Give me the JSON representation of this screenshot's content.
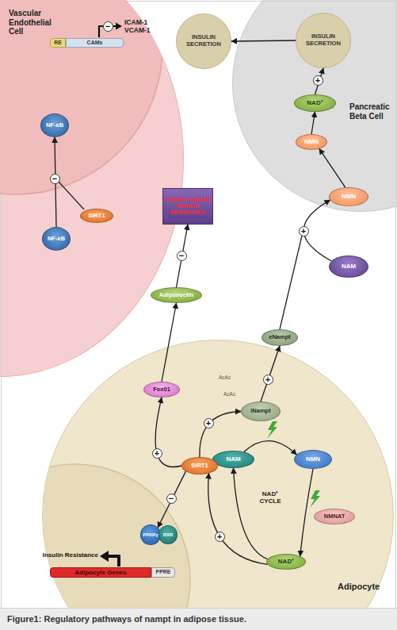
{
  "diagram": {
    "caption": "Figure1: Regulatory pathways of nampt in adipose tissue.",
    "nodes": [
      {
        "text": [
          "Vascular Endothelial Cell"
        ]
      },
      {
        "text": [
          "RE"
        ],
        "in": 0
      },
      {
        "text": [
          "CAMs"
        ],
        "in": 0
      },
      {
        "text": [
          "NF-κB"
        ],
        "in": 0
      },
      {
        "text": [
          "SIRT1"
        ],
        "in": 0
      },
      {
        "text": [
          "NF-κB"
        ],
        "in": 0
      },
      {
        "text": [
          "INSULIN SECRETION"
        ]
      },
      {
        "text": [
          "TARGET ORGAN INSULIN RESISTANCE"
        ]
      },
      {
        "text": [
          "Pancreatic Beta Cell"
        ]
      },
      {
        "text": [
          "INSULIN SECRETION"
        ],
        "in": 8
      },
      {
        "text": [
          "NAD⁺"
        ],
        "in": 8
      },
      {
        "text": [
          "NMN"
        ],
        "in": 8
      },
      {
        "text": [
          "NMN"
        ]
      },
      {
        "text": [
          "eNampt"
        ]
      },
      {
        "text": [
          "NAM"
        ]
      },
      {
        "text": [
          "Adiponectin"
        ]
      },
      {
        "text": [
          "Adipocyte"
        ]
      },
      {
        "text": [
          "Fox01"
        ],
        "in": 16
      },
      {
        "text": [
          "iNampt"
        ],
        "in": 16
      },
      {
        "text": [
          "NAM"
        ],
        "in": 16
      },
      {
        "text": [
          "NMN"
        ],
        "in": 16
      },
      {
        "text": [
          "SIRT1"
        ],
        "in": 16
      },
      {
        "text": [
          "NMNAT"
        ],
        "in": 16
      },
      {
        "text": [
          "NAD⁺"
        ],
        "in": 16
      },
      {
        "text": [
          "PPARγ"
        ],
        "in": 16
      },
      {
        "text": [
          "RXR"
        ],
        "in": 16
      },
      {
        "text": [
          "Adipocyte Genes"
        ],
        "in": 16
      },
      {
        "text": [
          "PPRE"
        ],
        "in": 16
      }
    ],
    "edges": [
      {
        "from": 5,
        "to": 3,
        "arrow": "to"
      },
      {
        "from": 9,
        "to": 6,
        "arrow": "to"
      },
      {
        "from": 10,
        "to": 9,
        "arrow": "to"
      },
      {
        "from": 11,
        "to": 10,
        "arrow": "to"
      },
      {
        "from": 12,
        "to": 11,
        "arrow": "to"
      },
      {
        "from": 14,
        "to": 12,
        "arrow": "to"
      },
      {
        "from": 15,
        "to": 7,
        "arrow": "to"
      },
      {
        "from": 17,
        "to": 15,
        "arrow": "to"
      },
      {
        "from": 18,
        "to": 13,
        "arrow": "to"
      },
      {
        "from": 19,
        "to": 20,
        "arrow": "to"
      },
      {
        "from": 20,
        "to": 23,
        "arrow": "to"
      },
      {
        "from": 23,
        "to": 19,
        "arrow": "to"
      },
      {
        "from": 23,
        "to": 21,
        "arrow": "to"
      },
      {
        "from": 21,
        "to": 17,
        "arrow": "to"
      },
      {
        "from": 21,
        "to": 18,
        "arrow": "to"
      },
      {
        "from": 21,
        "to": 24,
        "arrow": "to"
      }
    ],
    "labels": [
      "ICAM-1 VCAM-1",
      "−",
      "−",
      "+",
      "+",
      "−",
      "AcAc",
      "AcAc",
      "+",
      "+",
      "+",
      "NAD⁺ CYCLE",
      "−",
      "+",
      "Insulin Resistance"
    ]
  }
}
